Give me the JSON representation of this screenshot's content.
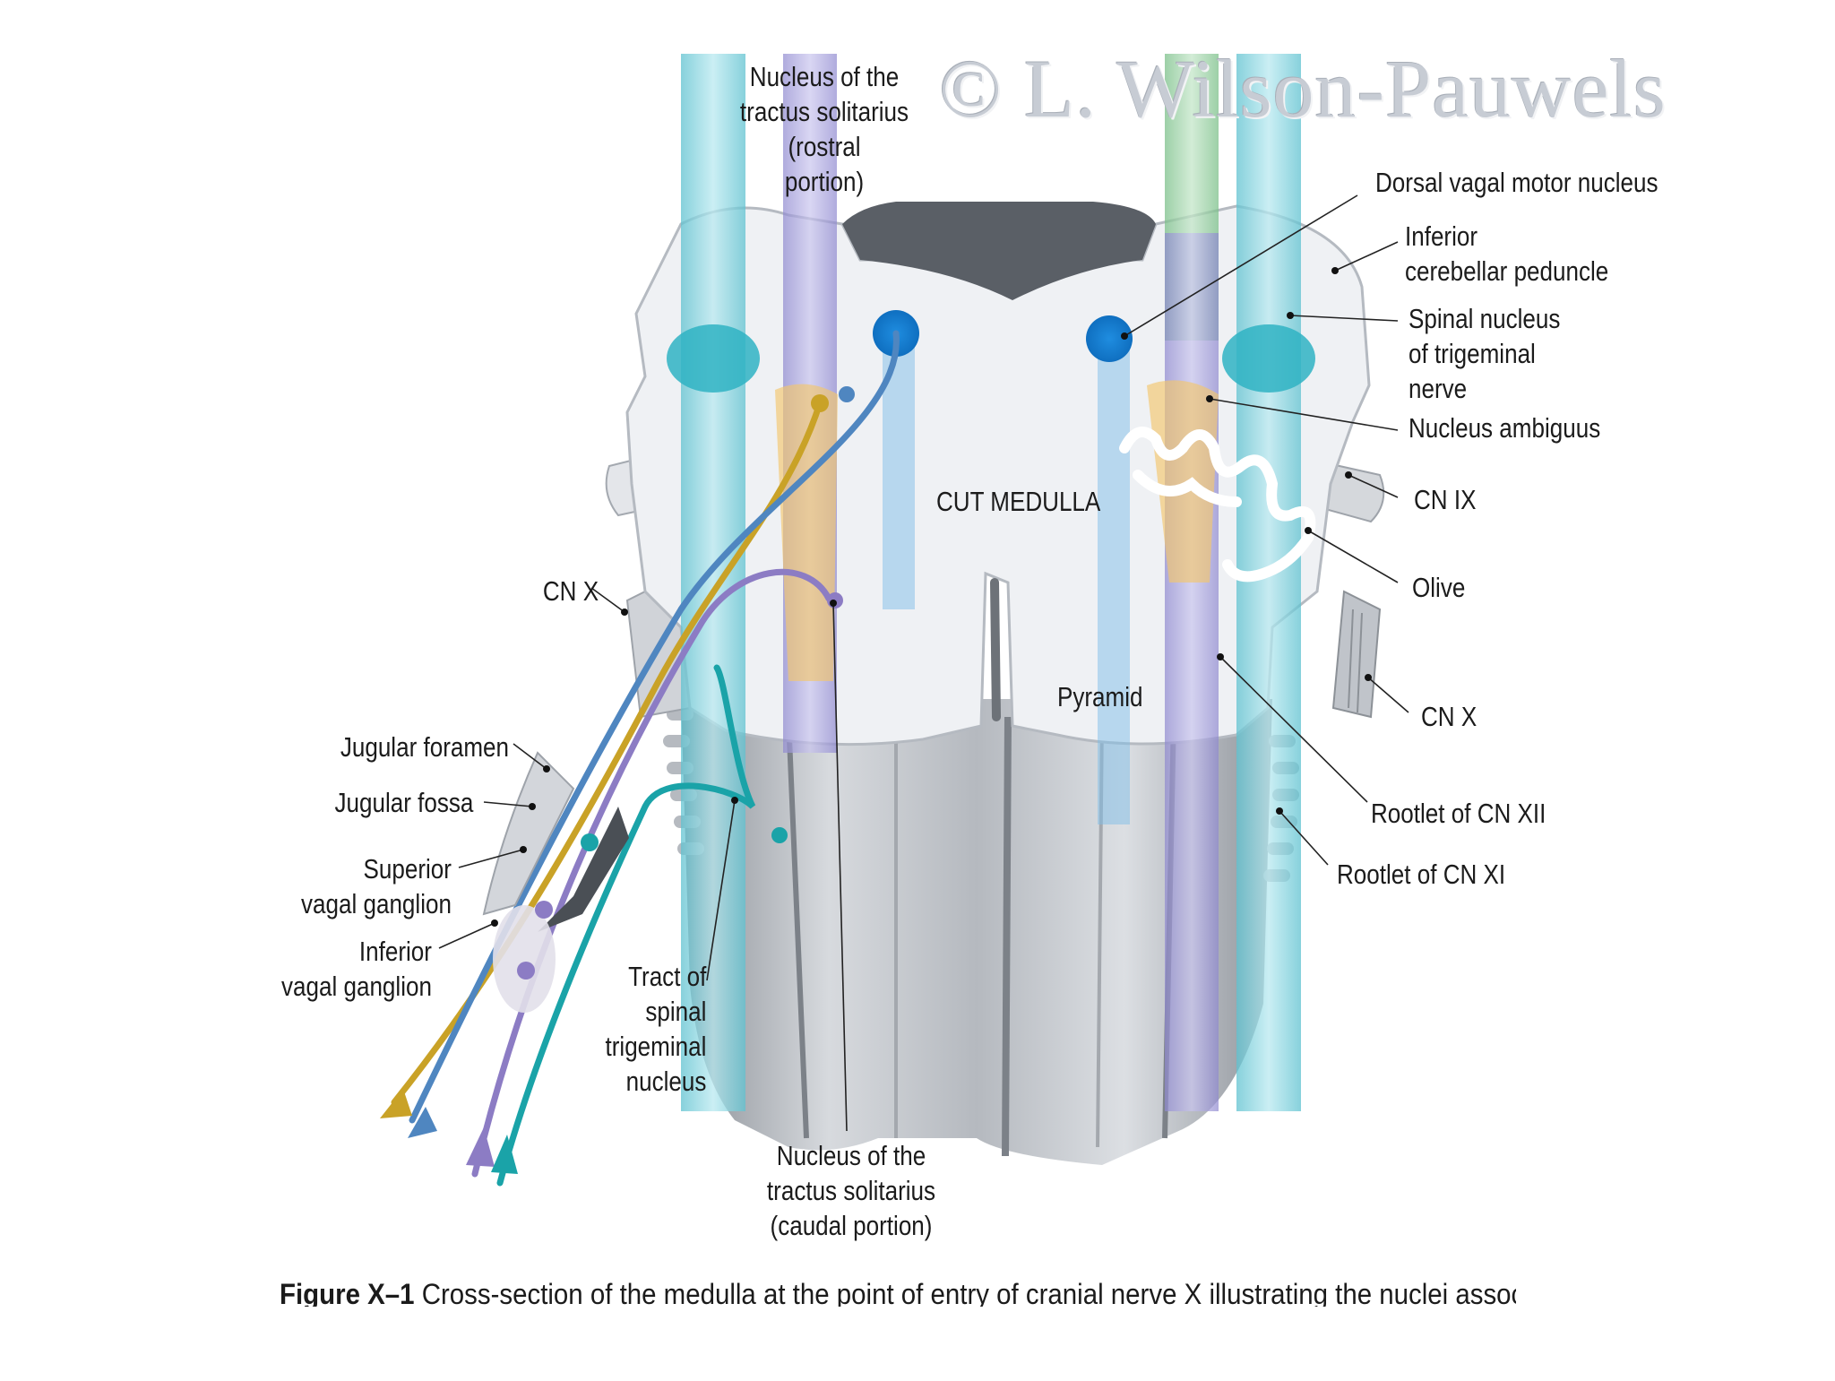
{
  "copyright": "© L. Wilson-Pauwels",
  "signature": "L. Wilson-Pauwels",
  "labels": {
    "nts_rostral": "Nucleus of the\ntractus solitarius\n(rostral\nportion)",
    "dorsal_vagal": "Dorsal vagal motor nucleus",
    "inferior_cerebellar": "Inferior\ncerebellar peduncle",
    "spinal_nucleus_trigeminal": "Spinal nucleus\nof trigeminal\nnerve",
    "nucleus_ambiguus": "Nucleus ambiguus",
    "cn_ix": "CN IX",
    "olive": "Olive",
    "cn_x_right": "CN X",
    "rootlet_xii": "Rootlet of CN XII",
    "rootlet_xi": "Rootlet of CN XI",
    "cut_medulla": "CUT MEDULLA",
    "pyramid": "Pyramid",
    "cn_x_left": "CN X",
    "jugular_foramen": "Jugular foramen",
    "jugular_fossa": "Jugular fossa",
    "superior_vagal": "Superior\nvagal ganglion",
    "inferior_vagal": "Inferior\nvagal ganglion",
    "tract_spinal_trigeminal": "Tract of\nspinal\ntrigeminal\nnucleus",
    "nts_caudal": "Nucleus of the\ntractus solitarius\n(caudal portion)"
  },
  "caption": {
    "lead": "Figure X–1",
    "text": " Cross-section of the medulla at the point of entry of cranial nerve X illustrating the nuclei associated with"
  },
  "colors": {
    "gold": "#c9a227",
    "blue": "#4f86c0",
    "purple": "#8c7cc4",
    "teal": "#1aa3a8",
    "cyan_column": "#7fd0dc",
    "violet_column": "#a8a4dc",
    "ambiguus": "#f2c66d",
    "medulla": "#eef0f3",
    "shadow": "#9ea3aa"
  }
}
